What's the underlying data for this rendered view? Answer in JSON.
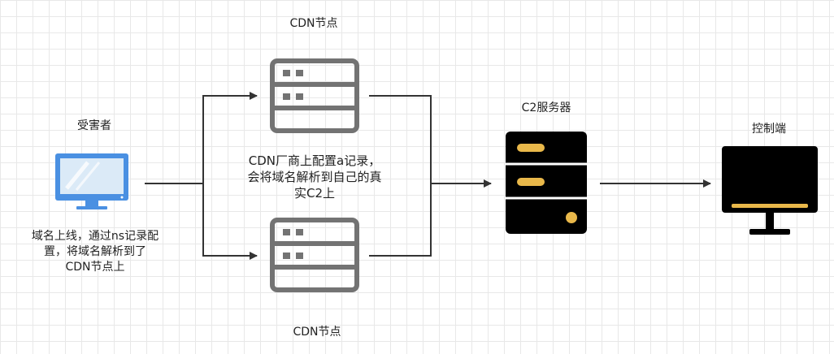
{
  "victim": {
    "title": "受害者",
    "note_line1": "域名上线，通过ns记录配",
    "note_line2": "置，将域名解析到了",
    "note_line3": "CDN节点上"
  },
  "cdn_top": {
    "title": "CDN节点"
  },
  "cdn_bottom": {
    "title": "CDN节点"
  },
  "cdn_note": {
    "line1": "CDN厂商上配置a记录，",
    "line2": "会将域名解析到自己的真",
    "line3": "实C2上"
  },
  "c2": {
    "title": "C2服务器"
  },
  "controller": {
    "title": "控制端"
  },
  "colors": {
    "server_gray": "#737373",
    "server_dark": "#000000",
    "accent_yellow": "#e9b84a",
    "monitor_blue": "#4a90e2",
    "arrow": "#333333"
  },
  "icons": {
    "victim": "desktop-monitor-icon",
    "cdn": "server-icon",
    "c2": "server-icon",
    "controller": "monitor-icon"
  }
}
